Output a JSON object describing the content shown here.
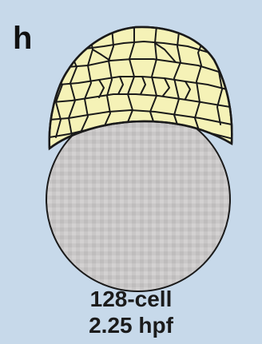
{
  "panel": {
    "label": "h",
    "stage_label": "128-cell",
    "time_label": "2.25 hpf"
  },
  "colors": {
    "background": "#c7d9ea",
    "blastoderm_fill": "#f5f2b7",
    "yolk_fill": "#c9c7c7",
    "outline": "#1a1a1a"
  }
}
